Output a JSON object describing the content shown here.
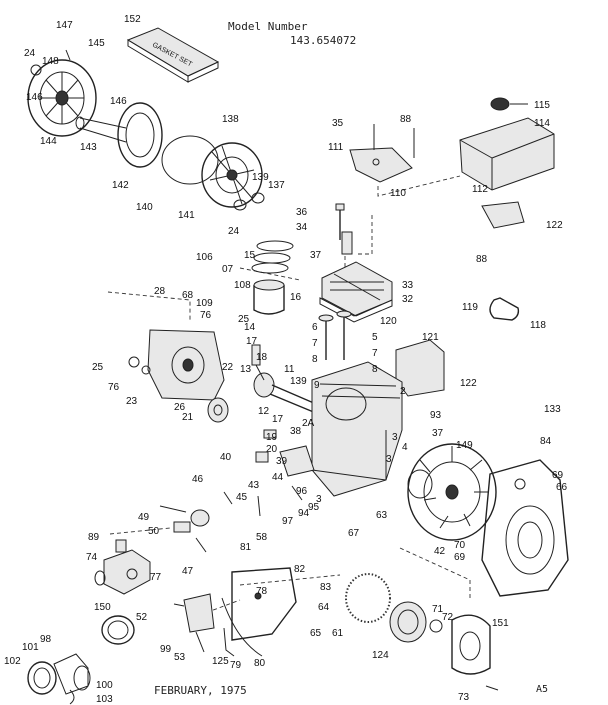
{
  "header": {
    "model_label": "Model Number",
    "model_number": "143.654072"
  },
  "footer": {
    "date": "FEBRUARY, 1975",
    "sheet_mark": "A5"
  },
  "gasket_set_label": "GASKET SET",
  "part_numbers": [
    {
      "id": "p147",
      "text": "147"
    },
    {
      "id": "p152",
      "text": "152"
    },
    {
      "id": "p145",
      "text": "145"
    },
    {
      "id": "p24a",
      "text": "24"
    },
    {
      "id": "p148",
      "text": "148"
    },
    {
      "id": "p146a",
      "text": "146"
    },
    {
      "id": "p146b",
      "text": "146"
    },
    {
      "id": "p144",
      "text": "144"
    },
    {
      "id": "p143",
      "text": "143"
    },
    {
      "id": "p138",
      "text": "138"
    },
    {
      "id": "p142",
      "text": "142"
    },
    {
      "id": "p139",
      "text": "139"
    },
    {
      "id": "p137",
      "text": "137"
    },
    {
      "id": "p140",
      "text": "140"
    },
    {
      "id": "p141",
      "text": "141"
    },
    {
      "id": "p24b",
      "text": "24"
    },
    {
      "id": "p35",
      "text": "35"
    },
    {
      "id": "p88a",
      "text": "88"
    },
    {
      "id": "p111",
      "text": "111"
    },
    {
      "id": "p115",
      "text": "115"
    },
    {
      "id": "p114",
      "text": "114"
    },
    {
      "id": "p110",
      "text": "110"
    },
    {
      "id": "p112",
      "text": "112"
    },
    {
      "id": "p122a",
      "text": "122"
    },
    {
      "id": "p36",
      "text": "36"
    },
    {
      "id": "p34",
      "text": "34"
    },
    {
      "id": "p37",
      "text": "37"
    },
    {
      "id": "p88b",
      "text": "88"
    },
    {
      "id": "p106",
      "text": "106"
    },
    {
      "id": "p15",
      "text": "15"
    },
    {
      "id": "p07",
      "text": "07"
    },
    {
      "id": "p108",
      "text": "108"
    },
    {
      "id": "p68",
      "text": "68"
    },
    {
      "id": "p28",
      "text": "28"
    },
    {
      "id": "p109",
      "text": "109"
    },
    {
      "id": "p25a",
      "text": "25"
    },
    {
      "id": "p76a",
      "text": "76"
    },
    {
      "id": "p14",
      "text": "14"
    },
    {
      "id": "p16",
      "text": "16"
    },
    {
      "id": "p33",
      "text": "33"
    },
    {
      "id": "p32",
      "text": "32"
    },
    {
      "id": "p119",
      "text": "119"
    },
    {
      "id": "p118",
      "text": "118"
    },
    {
      "id": "p6",
      "text": "6"
    },
    {
      "id": "p5",
      "text": "5"
    },
    {
      "id": "p120",
      "text": "120"
    },
    {
      "id": "p121",
      "text": "121"
    },
    {
      "id": "p17a",
      "text": "17"
    },
    {
      "id": "p7a",
      "text": "7"
    },
    {
      "id": "p7b",
      "text": "7"
    },
    {
      "id": "p8a",
      "text": "8"
    },
    {
      "id": "p8b",
      "text": "8"
    },
    {
      "id": "p18",
      "text": "18"
    },
    {
      "id": "p25b",
      "text": "25"
    },
    {
      "id": "p22",
      "text": "22"
    },
    {
      "id": "p13",
      "text": "13"
    },
    {
      "id": "p11",
      "text": "11"
    },
    {
      "id": "p9",
      "text": "9"
    },
    {
      "id": "p122b",
      "text": "122"
    },
    {
      "id": "p76b",
      "text": "76"
    },
    {
      "id": "p23",
      "text": "23"
    },
    {
      "id": "p26",
      "text": "26"
    },
    {
      "id": "p12",
      "text": "12"
    },
    {
      "id": "p139b",
      "text": "139"
    },
    {
      "id": "p2",
      "text": "2"
    },
    {
      "id": "p21",
      "text": "21"
    },
    {
      "id": "p17b",
      "text": "17"
    },
    {
      "id": "p93",
      "text": "93"
    },
    {
      "id": "p133",
      "text": "133"
    },
    {
      "id": "p38",
      "text": "38"
    },
    {
      "id": "p2a",
      "text": "2A"
    },
    {
      "id": "p3a",
      "text": "3"
    },
    {
      "id": "p37b",
      "text": "37"
    },
    {
      "id": "p149",
      "text": "149"
    },
    {
      "id": "p84",
      "text": "84"
    },
    {
      "id": "p19",
      "text": "19"
    },
    {
      "id": "p20",
      "text": "20"
    },
    {
      "id": "p40",
      "text": "40"
    },
    {
      "id": "p4",
      "text": "4"
    },
    {
      "id": "p3b",
      "text": "3"
    },
    {
      "id": "p69a",
      "text": "69"
    },
    {
      "id": "p39",
      "text": "39"
    },
    {
      "id": "p43",
      "text": "43"
    },
    {
      "id": "p44",
      "text": "44"
    },
    {
      "id": "p46",
      "text": "46"
    },
    {
      "id": "p45",
      "text": "45"
    },
    {
      "id": "p96",
      "text": "96"
    },
    {
      "id": "p95",
      "text": "95"
    },
    {
      "id": "p94",
      "text": "94"
    },
    {
      "id": "p97",
      "text": "97"
    },
    {
      "id": "p3c",
      "text": "3"
    },
    {
      "id": "p66",
      "text": "66"
    },
    {
      "id": "p49",
      "text": "49"
    },
    {
      "id": "p50",
      "text": "50"
    },
    {
      "id": "p58",
      "text": "58"
    },
    {
      "id": "p63",
      "text": "63"
    },
    {
      "id": "p67",
      "text": "67"
    },
    {
      "id": "p89",
      "text": "89"
    },
    {
      "id": "p42",
      "text": "42"
    },
    {
      "id": "p70",
      "text": "70"
    },
    {
      "id": "p69b",
      "text": "69"
    },
    {
      "id": "p74",
      "text": "74"
    },
    {
      "id": "p47",
      "text": "47"
    },
    {
      "id": "p81",
      "text": "81"
    },
    {
      "id": "p82",
      "text": "82"
    },
    {
      "id": "p83",
      "text": "83"
    },
    {
      "id": "p77",
      "text": "77"
    },
    {
      "id": "p78",
      "text": "78"
    },
    {
      "id": "p150",
      "text": "150"
    },
    {
      "id": "p52",
      "text": "52"
    },
    {
      "id": "p64",
      "text": "64"
    },
    {
      "id": "p71",
      "text": "71"
    },
    {
      "id": "p72",
      "text": "72"
    },
    {
      "id": "p151",
      "text": "151"
    },
    {
      "id": "p98",
      "text": "98"
    },
    {
      "id": "p99",
      "text": "99"
    },
    {
      "id": "p65",
      "text": "65"
    },
    {
      "id": "p61",
      "text": "61"
    },
    {
      "id": "p124",
      "text": "124"
    },
    {
      "id": "p125",
      "text": "125"
    },
    {
      "id": "p53",
      "text": "53"
    },
    {
      "id": "p79",
      "text": "79"
    },
    {
      "id": "p80",
      "text": "80"
    },
    {
      "id": "p102",
      "text": "102"
    },
    {
      "id": "p101",
      "text": "101"
    },
    {
      "id": "p100",
      "text": "100"
    },
    {
      "id": "p103",
      "text": "103"
    },
    {
      "id": "p73",
      "text": "73"
    }
  ]
}
